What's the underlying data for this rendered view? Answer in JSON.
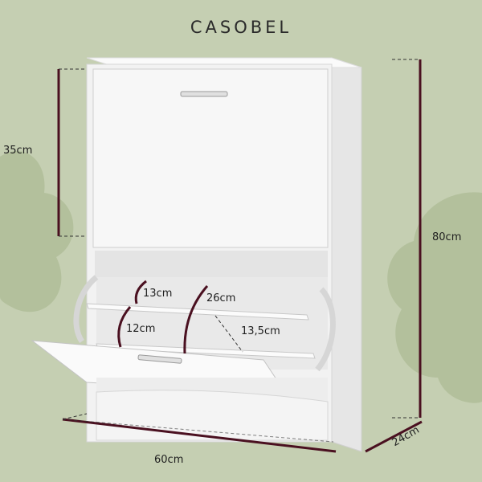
{
  "brand": {
    "name": "CASOBEL"
  },
  "colors": {
    "background": "#c5cfb2",
    "blob": "#b3c09c",
    "cabinet": "#f4f4f4",
    "dimension_line": "#4a1020",
    "dash_line": "#333333"
  },
  "dimensions": {
    "top_compartment_height": "35cm",
    "total_height": "80cm",
    "width": "60cm",
    "depth": "24cm",
    "shelf_front_height": "13cm",
    "shelf_depth": "26cm",
    "shelf_inner_height": "12cm",
    "shelf_slant_depth": "13,5cm"
  }
}
